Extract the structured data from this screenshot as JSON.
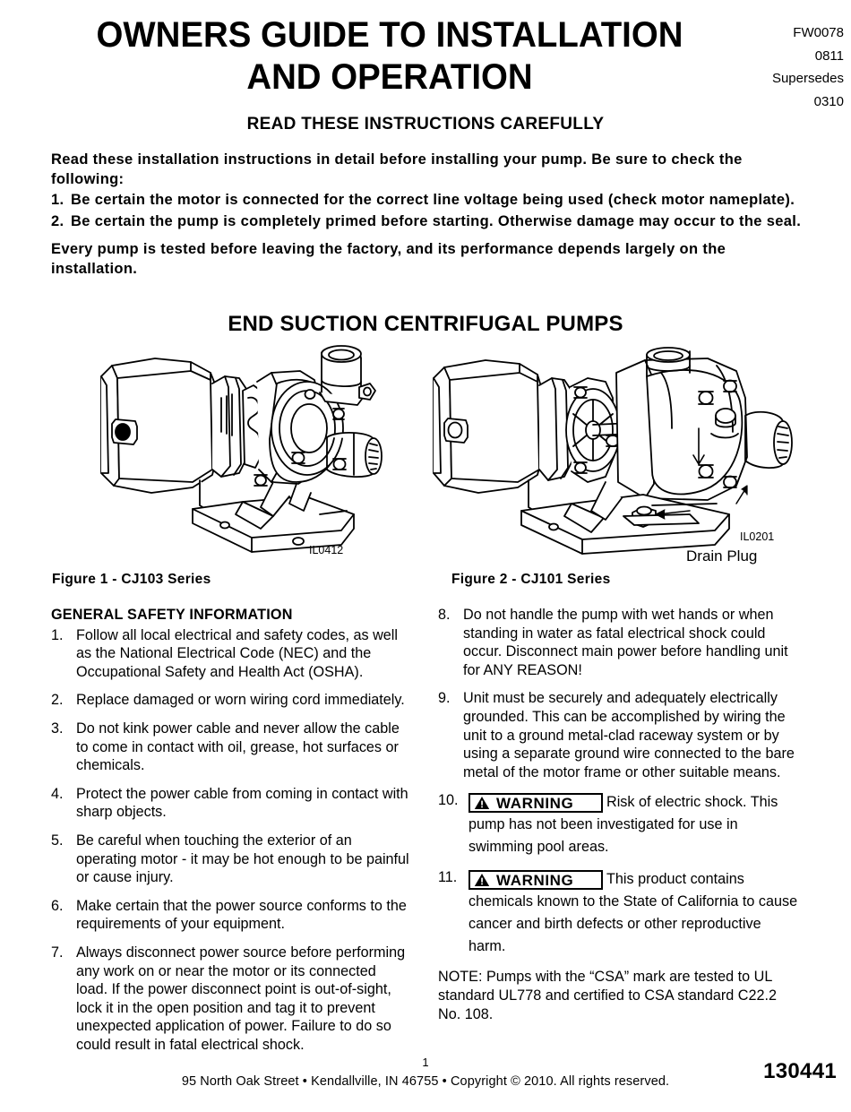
{
  "header": {
    "title_line1": "OWNERS GUIDE TO INSTALLATION",
    "title_line2": "AND OPERATION",
    "codes": [
      "FW0078",
      "0811",
      "Supersedes",
      "0310"
    ],
    "read_carefully": "READ THESE INSTRUCTIONS CAREFULLY"
  },
  "intro": {
    "lead": "Read these installation instructions in detail before installing your pump.  Be sure to check the following:",
    "items": [
      {
        "num": "1.",
        "text": "Be certain the motor is connected for the correct line voltage being used (check motor nameplate)."
      },
      {
        "num": "2.",
        "text": "Be certain the pump is completely primed before starting.  Otherwise damage may occur to the seal."
      }
    ],
    "closing": "Every pump is tested before leaving the factory, and its performance depends largely on the installation."
  },
  "section_heading": "END SUCTION CENTRIFUGAL PUMPS",
  "figures": [
    {
      "caption": "Figure 1 - CJ103 Series",
      "il_code": "IL0412",
      "callout": ""
    },
    {
      "caption": "Figure 2 - CJ101 Series",
      "il_code": "IL0201",
      "callout": "Drain Plug"
    }
  ],
  "safety": {
    "heading": "GENERAL SAFETY INFORMATION",
    "left_items": [
      {
        "num": "1.",
        "text": "Follow all local electrical and safety codes, as well as the National Electrical Code (NEC) and the Occupational Safety and Health Act (OSHA)."
      },
      {
        "num": "2.",
        "text": "Replace damaged or worn wiring cord immediately."
      },
      {
        "num": "3.",
        "text": "Do not kink power cable and never allow the cable to come in contact with oil, grease, hot surfaces or chemicals."
      },
      {
        "num": "4.",
        "text": "Protect the power cable from coming in contact with sharp objects."
      },
      {
        "num": "5.",
        "text": "Be careful when touching the exterior of an operating motor - it may be hot enough to be painful or cause injury."
      },
      {
        "num": "6.",
        "text": "Make certain that the power source conforms to the requirements of your equipment."
      },
      {
        "num": "7.",
        "text": "Always disconnect power source before performing any work on or near the motor or its connected load.  If the power disconnect point is out-of-sight, lock it in the open position and tag it to prevent unexpected application of power.  Failure to do so could result in fatal electrical shock."
      }
    ],
    "right_items": [
      {
        "num": "8.",
        "text": "Do not handle the pump with wet hands or when standing in water as fatal electrical shock could occur.  Disconnect main power before handling unit for ANY REASON!"
      },
      {
        "num": "9.",
        "text": "Unit must be securely and adequately electrically grounded. This can be accomplished by wiring the unit to a ground metal-clad raceway system or by using a separate ground wire connected to the bare metal of the motor frame or other suitable means."
      }
    ],
    "warning_items": [
      {
        "num": "10.",
        "badge": "WARNING",
        "text": "Risk of electric shock.  This pump has not been investigated for use in swimming pool areas."
      },
      {
        "num": "11.",
        "badge": "WARNING",
        "text": "This product contains chemicals known to the State of California to cause cancer and birth defects or other reproductive harm."
      }
    ],
    "note": "NOTE: Pumps with the “CSA” mark are tested to UL standard UL778 and certified to CSA standard C22.2 No. 108."
  },
  "footer": {
    "page_number": "1",
    "address": "95 North Oak Street • Kendallville, IN 46755 • Copyright © 2010. All rights reserved.",
    "part_number": "130441"
  },
  "colors": {
    "ink": "#000000",
    "paper": "#ffffff"
  }
}
